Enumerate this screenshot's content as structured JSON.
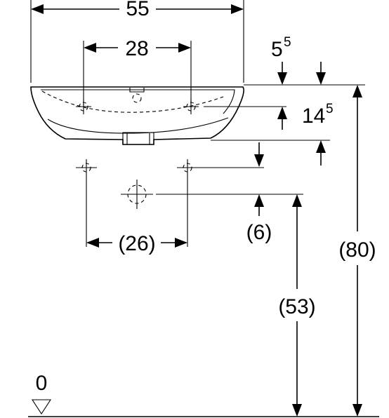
{
  "dimensions": {
    "overall_width": "55",
    "tap_hole_spacing": "28",
    "rim_offset_base": "5",
    "rim_offset_sup": "5",
    "rim_depth_base": "14",
    "rim_depth_sup": "5",
    "waste_offset": "(6)",
    "fixing_spacing": "(26)",
    "waste_height": "(53)",
    "rim_height": "(80)"
  },
  "floor": {
    "level_label": "0"
  }
}
